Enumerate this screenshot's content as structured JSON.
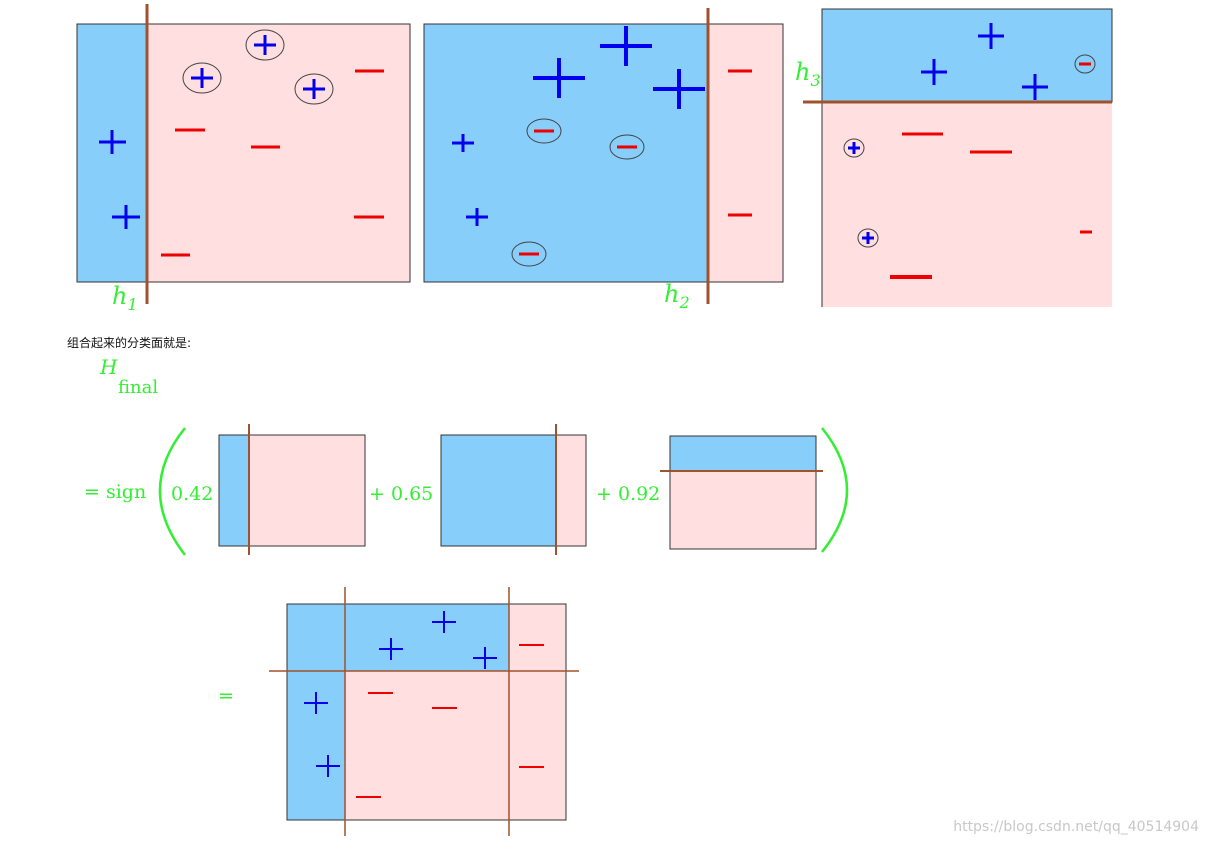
{
  "colors": {
    "positive_region": "#87cefa",
    "negative_region": "#ffdfe0",
    "positive_sign": "#0000ee",
    "negative_sign": "#ee0000",
    "boundary": "#a0522d",
    "label_green": "#33ee33"
  },
  "classifiers": [
    {
      "label_letter": "h",
      "label_sub": "1"
    },
    {
      "label_letter": "h",
      "label_sub": "2"
    },
    {
      "label_letter": "h",
      "label_sub": "3"
    }
  ],
  "caption": "组合起来的分类面就是:",
  "formula": {
    "H": "H",
    "H_sub": "final",
    "eq_sign": "= sign",
    "weights": [
      "0.42",
      "+ 0.65",
      "+ 0.92"
    ],
    "result_eq": "="
  },
  "signs": {
    "plus": "+",
    "minus": "−"
  },
  "watermark": "https://blog.csdn.net/qq_40514904"
}
